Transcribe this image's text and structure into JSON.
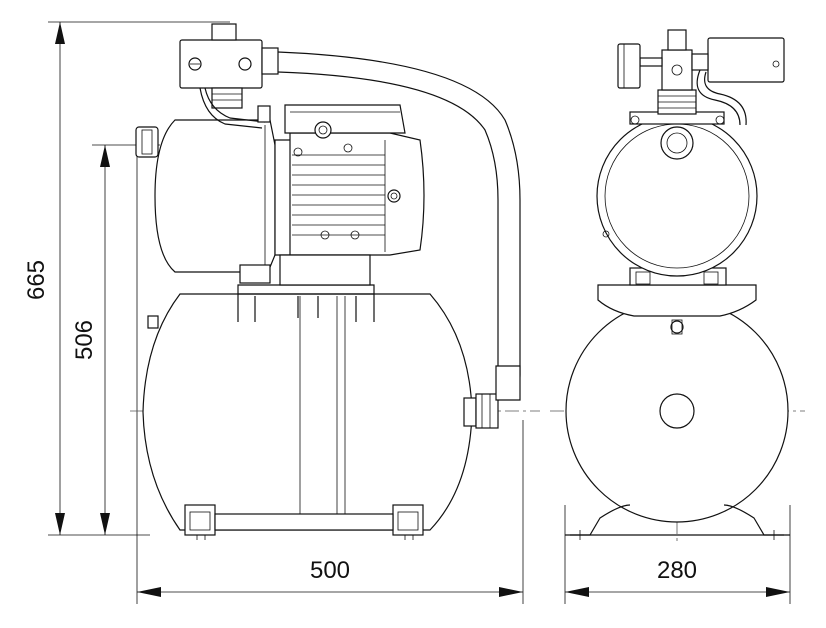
{
  "dimensions": {
    "overall_height": "665",
    "tank_height": "506",
    "length": "500",
    "width": "280"
  }
}
